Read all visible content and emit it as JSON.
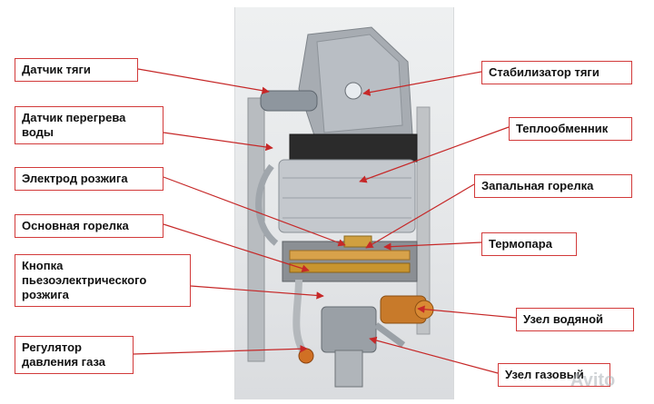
{
  "labels_left": [
    {
      "id": "draft-sensor",
      "text": "Датчик тяги"
    },
    {
      "id": "overheat-sensor",
      "text": "Датчик перегрева воды"
    },
    {
      "id": "ignition-electrode",
      "text": "Электрод розжига"
    },
    {
      "id": "main-burner",
      "text": "Основная горелка"
    },
    {
      "id": "piezo-button",
      "text": "Кнопка пьезоэлектрического розжига"
    },
    {
      "id": "gas-pressure-regulator",
      "text": "Регулятор давления газа"
    }
  ],
  "labels_right": [
    {
      "id": "draft-stabilizer",
      "text": "Стабилизатор тяги"
    },
    {
      "id": "heat-exchanger",
      "text": "Теплообменник"
    },
    {
      "id": "pilot-burner",
      "text": "Запальная горелка"
    },
    {
      "id": "thermocouple",
      "text": "Термопара"
    },
    {
      "id": "water-unit",
      "text": "Узел водяной"
    },
    {
      "id": "gas-unit",
      "text": "Узел газовый"
    }
  ],
  "watermark": "Avito",
  "colors": {
    "label_border": "#d23a3a",
    "leader_line": "#c62828",
    "arrow_head": "#c62828"
  }
}
